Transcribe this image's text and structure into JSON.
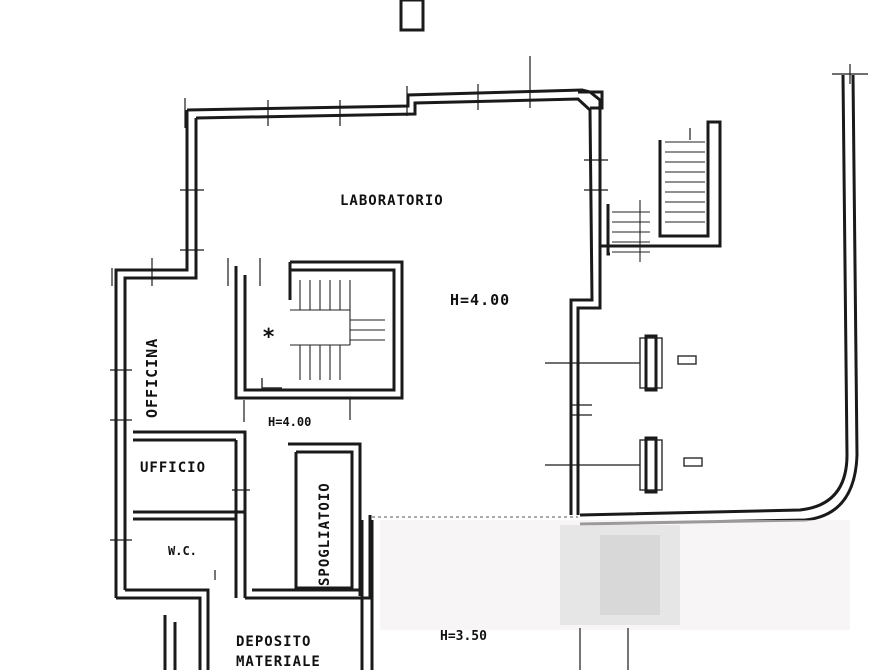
{
  "plan": {
    "rooms": {
      "laboratorio": "LABORATORIO",
      "officina": "OFFICINA",
      "ufficio": "UFFICIO",
      "wc": "W.C.",
      "spogliatoio": "SPOGLIATOIO",
      "deposito_line1": "DEPOSITO",
      "deposito_line2": "MATERIALE"
    },
    "heights": {
      "laboratorio": "H=4.00",
      "corridor": "H=4.00",
      "deposito": "H=3.50"
    },
    "symbols": {
      "stair_mark": "*"
    }
  }
}
